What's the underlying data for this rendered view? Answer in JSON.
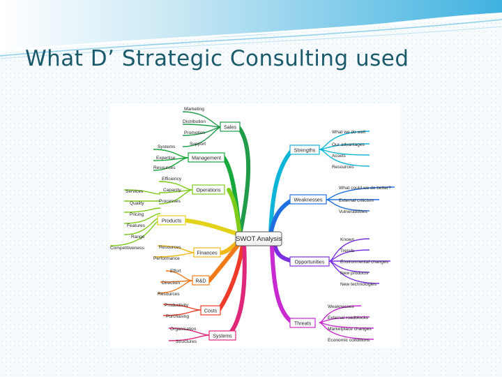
{
  "slide": {
    "title": "What D’ Strategic Consulting used"
  },
  "mindmap": {
    "center": "SWOT Analysis",
    "branches": [
      {
        "label": "Sales",
        "color": "#1f9b4a",
        "items": [
          "Marketing",
          "Distribution",
          "Promotion",
          "Support"
        ]
      },
      {
        "label": "Management",
        "color": "#16a83a",
        "items": [
          "Systems",
          "Expertise",
          "Resources"
        ]
      },
      {
        "label": "Operations",
        "color": "#7ecb1a",
        "items": [
          "Efficiency",
          "Capacity",
          "Processes"
        ],
        "sub_items": [
          "Services",
          "Quality",
          "Pricing",
          "Features",
          "Range",
          "Competitiveness"
        ]
      },
      {
        "label": "Products",
        "color": "#e2d21a",
        "items": []
      },
      {
        "label": "Finances",
        "color": "#f0b81a",
        "items": [
          "Resources",
          "Performance"
        ]
      },
      {
        "label": "R&D",
        "color": "#f07a1a",
        "items": [
          "Effort",
          "Direction",
          "Resources"
        ]
      },
      {
        "label": "Costs",
        "color": "#ee3b2a",
        "items": [
          "Productivity",
          "Purchasing"
        ]
      },
      {
        "label": "Systems",
        "color": "#e0287a",
        "items": [
          "Organisation",
          "Structures"
        ]
      },
      {
        "label": "Strengths",
        "color": "#0fb5d8",
        "items": [
          "What we do well",
          "Our advantages",
          "Assets",
          "Resources"
        ]
      },
      {
        "label": "Weaknesses",
        "color": "#1f6fe0",
        "items": [
          "What could we do better?",
          "External criticism",
          "Vulnerabilities"
        ]
      },
      {
        "label": "Opportunities",
        "color": "#7a2fe0",
        "items": [
          "Known",
          "Trends",
          "Environmental changes",
          "New products",
          "New technologies"
        ]
      },
      {
        "label": "Threats",
        "color": "#c82ad0",
        "items": [
          "Weaknesses",
          "External roadblocks",
          "Marketplace changes",
          "Economic conditions"
        ]
      }
    ]
  }
}
